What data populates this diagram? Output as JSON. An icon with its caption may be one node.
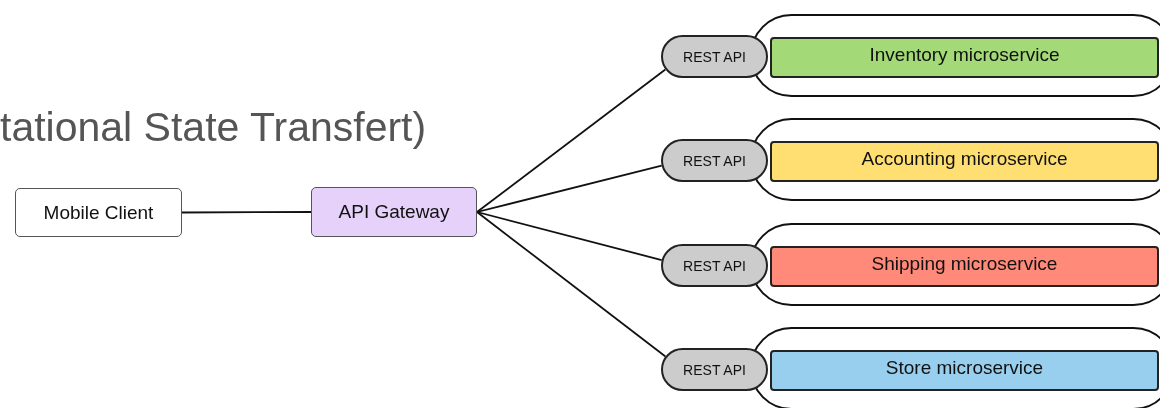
{
  "diagram": {
    "title": "tational State Transfert)",
    "nodes": [
      {
        "text": [
          "Mobile Client"
        ]
      },
      {
        "text": [
          "API Gateway"
        ]
      },
      {
        "text": [],
        "shape": "box"
      },
      {
        "text": [
          "REST API"
        ]
      },
      {
        "text": [
          "Inventory microservice"
        ],
        "in": 2
      },
      {
        "text": [],
        "shape": "box"
      },
      {
        "text": [
          "REST API"
        ]
      },
      {
        "text": [
          "Accounting microservice"
        ],
        "in": 5
      },
      {
        "text": [],
        "shape": "box"
      },
      {
        "text": [
          "REST API"
        ]
      },
      {
        "text": [
          "Shipping microservice"
        ],
        "in": 8
      },
      {
        "text": [],
        "shape": "box"
      },
      {
        "text": [
          "REST API"
        ]
      },
      {
        "text": [
          "Store microservice"
        ],
        "in": 11
      }
    ],
    "edges": [
      {
        "from": 0,
        "to": 1,
        "arrow": "none"
      },
      {
        "from": 1,
        "to": 3,
        "arrow": "none"
      },
      {
        "from": 1,
        "to": 6,
        "arrow": "none"
      },
      {
        "from": 1,
        "to": 9,
        "arrow": "none"
      },
      {
        "from": 1,
        "to": 12,
        "arrow": "none"
      }
    ]
  }
}
